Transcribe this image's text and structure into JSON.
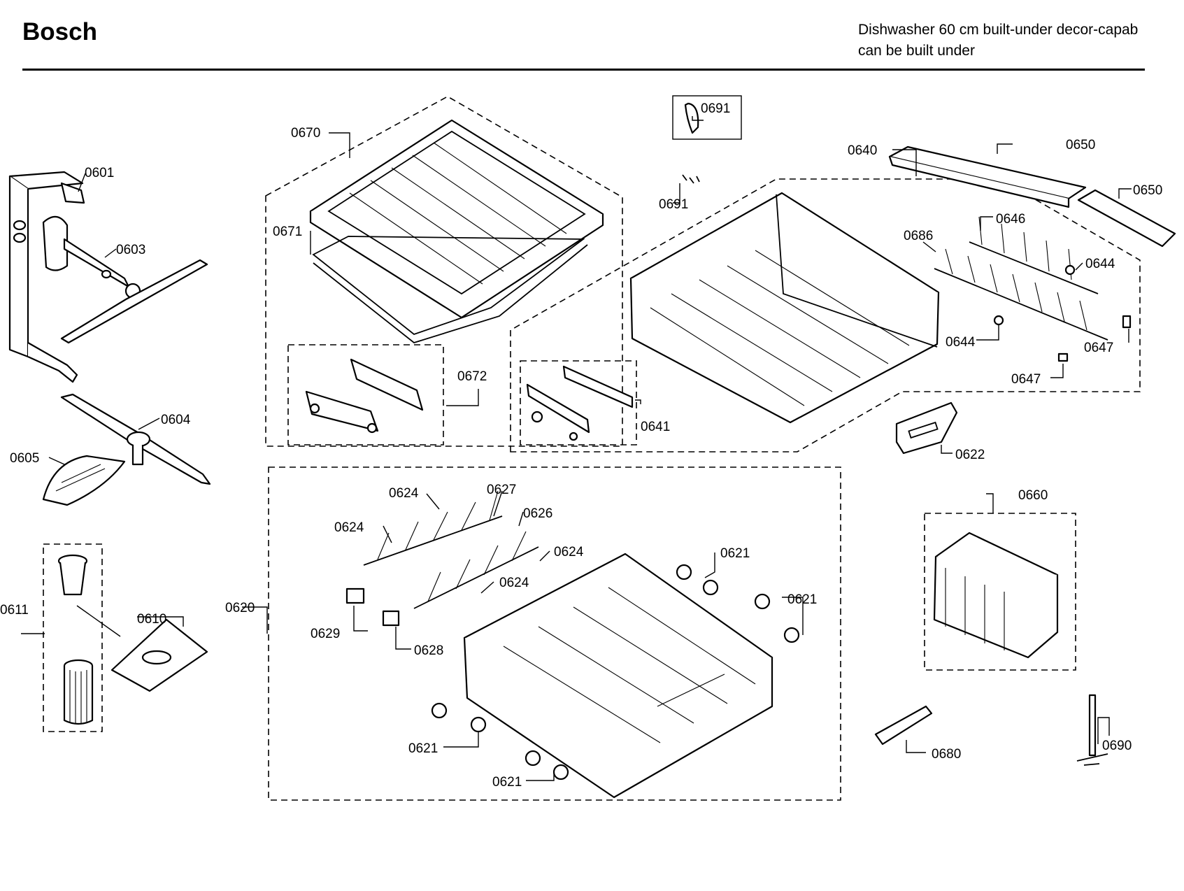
{
  "header": {
    "brand": "Bosch",
    "model_line1": "Dishwasher 60 cm built-under decor-capab",
    "model_line2": "can be built under"
  },
  "part_labels": [
    {
      "id": "p0601",
      "text": "0601"
    },
    {
      "id": "p0603",
      "text": "0603"
    },
    {
      "id": "p0604",
      "text": "0604"
    },
    {
      "id": "p0605",
      "text": "0605"
    },
    {
      "id": "p0610",
      "text": "0610"
    },
    {
      "id": "p0611",
      "text": "0611"
    },
    {
      "id": "p0670",
      "text": "0670"
    },
    {
      "id": "p0671",
      "text": "0671"
    },
    {
      "id": "p0672",
      "text": "0672"
    },
    {
      "id": "p0691a",
      "text": "0691"
    },
    {
      "id": "p0691b",
      "text": "0691"
    },
    {
      "id": "p0640",
      "text": "0640"
    },
    {
      "id": "p0641",
      "text": "0641"
    },
    {
      "id": "p0650a",
      "text": "0650"
    },
    {
      "id": "p0650b",
      "text": "0650"
    },
    {
      "id": "p0686",
      "text": "0686"
    },
    {
      "id": "p0646",
      "text": "0646"
    },
    {
      "id": "p0644a",
      "text": "0644"
    },
    {
      "id": "p0644b",
      "text": "0644"
    },
    {
      "id": "p0647a",
      "text": "0647"
    },
    {
      "id": "p0647b",
      "text": "0647"
    },
    {
      "id": "p0622",
      "text": "0622"
    },
    {
      "id": "p0620",
      "text": "0620"
    },
    {
      "id": "p0624a",
      "text": "0624"
    },
    {
      "id": "p0624b",
      "text": "0624"
    },
    {
      "id": "p0624c",
      "text": "0624"
    },
    {
      "id": "p0624d",
      "text": "0624"
    },
    {
      "id": "p0627",
      "text": "0627"
    },
    {
      "id": "p0626",
      "text": "0626"
    },
    {
      "id": "p0629",
      "text": "0629"
    },
    {
      "id": "p0628",
      "text": "0628"
    },
    {
      "id": "p0621a",
      "text": "0621"
    },
    {
      "id": "p0621b",
      "text": "0621"
    },
    {
      "id": "p0621c",
      "text": "0621"
    },
    {
      "id": "p0621d",
      "text": "0621"
    },
    {
      "id": "p0660",
      "text": "0660"
    },
    {
      "id": "p0680",
      "text": "0680"
    },
    {
      "id": "p0690",
      "text": "0690"
    }
  ]
}
